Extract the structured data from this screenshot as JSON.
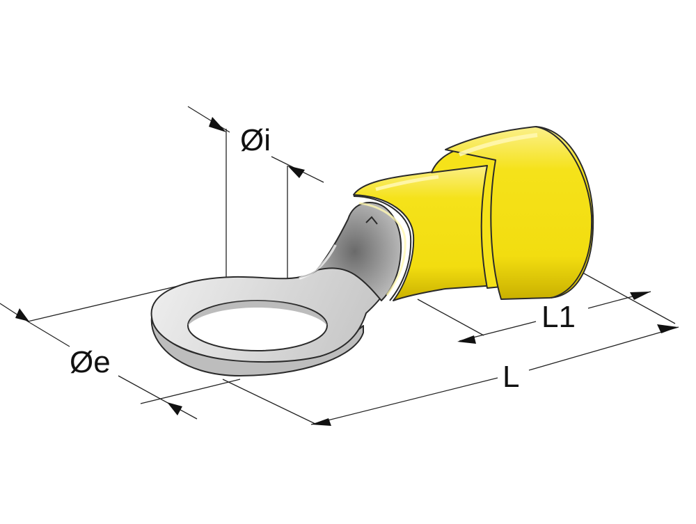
{
  "dimensions": {
    "inner_diameter": "Øi",
    "outer_diameter": "Øe",
    "sleeve_length": "L1",
    "total_length": "L"
  },
  "colors": {
    "insulation": "#f2dd10",
    "insulation_shadow": "#c9b000",
    "insulation_highlight": "#fbf08a",
    "metal": "#d9d9d9",
    "metal_shadow": "#9a9a9a",
    "dimension_lines": "#222222"
  }
}
